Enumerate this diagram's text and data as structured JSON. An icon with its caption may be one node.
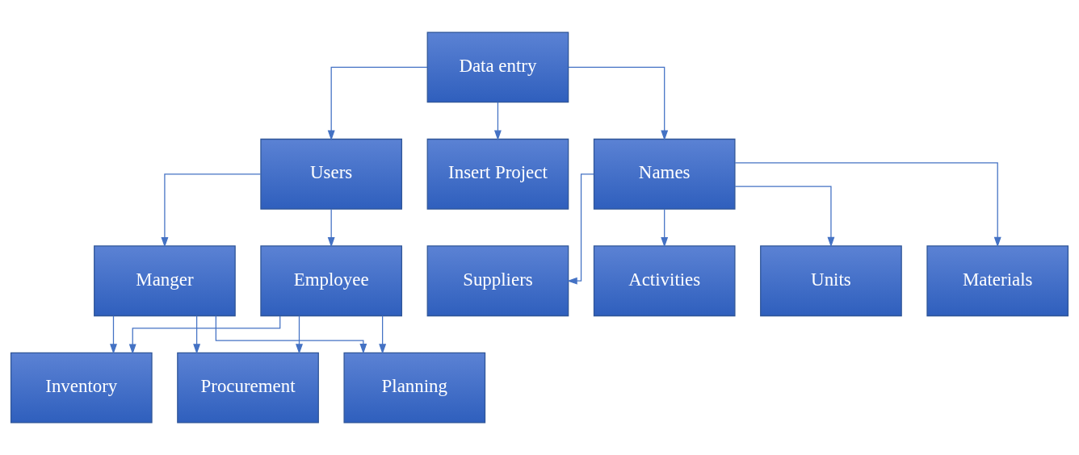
{
  "diagram": {
    "nodes": [
      {
        "text": [
          "Data entry"
        ]
      },
      {
        "text": [
          "Users"
        ]
      },
      {
        "text": [
          "Insert Project"
        ]
      },
      {
        "text": [
          "Names"
        ]
      },
      {
        "text": [
          "Manger"
        ]
      },
      {
        "text": [
          "Employee"
        ]
      },
      {
        "text": [
          "Units"
        ]
      },
      {
        "text": [
          "Materials"
        ]
      },
      {
        "text": [
          "Suppliers"
        ]
      },
      {
        "text": [
          "Activities"
        ]
      },
      {
        "text": [
          "Inventory"
        ]
      },
      {
        "text": [
          "Procurement"
        ]
      },
      {
        "text": [
          "Planning"
        ]
      }
    ],
    "edges": [
      {
        "from": 0,
        "to": 1,
        "arrow": "to"
      },
      {
        "from": 0,
        "to": 2,
        "arrow": "to"
      },
      {
        "from": 0,
        "to": 3,
        "arrow": "to"
      },
      {
        "from": 1,
        "to": 4,
        "arrow": "to"
      },
      {
        "from": 1,
        "to": 5,
        "arrow": "to"
      },
      {
        "from": 3,
        "to": 6,
        "arrow": "to"
      },
      {
        "from": 3,
        "to": 7,
        "arrow": "to"
      },
      {
        "from": 3,
        "to": 8,
        "arrow": "to"
      },
      {
        "from": 3,
        "to": 9,
        "arrow": "to"
      },
      {
        "from": 4,
        "to": 10,
        "arrow": "to"
      },
      {
        "from": 4,
        "to": 11,
        "arrow": "to"
      },
      {
        "from": 4,
        "to": 12,
        "arrow": "to"
      },
      {
        "from": 5,
        "to": 10,
        "arrow": "to"
      },
      {
        "from": 5,
        "to": 11,
        "arrow": "to"
      },
      {
        "from": 5,
        "to": 12,
        "arrow": "to"
      }
    ]
  }
}
